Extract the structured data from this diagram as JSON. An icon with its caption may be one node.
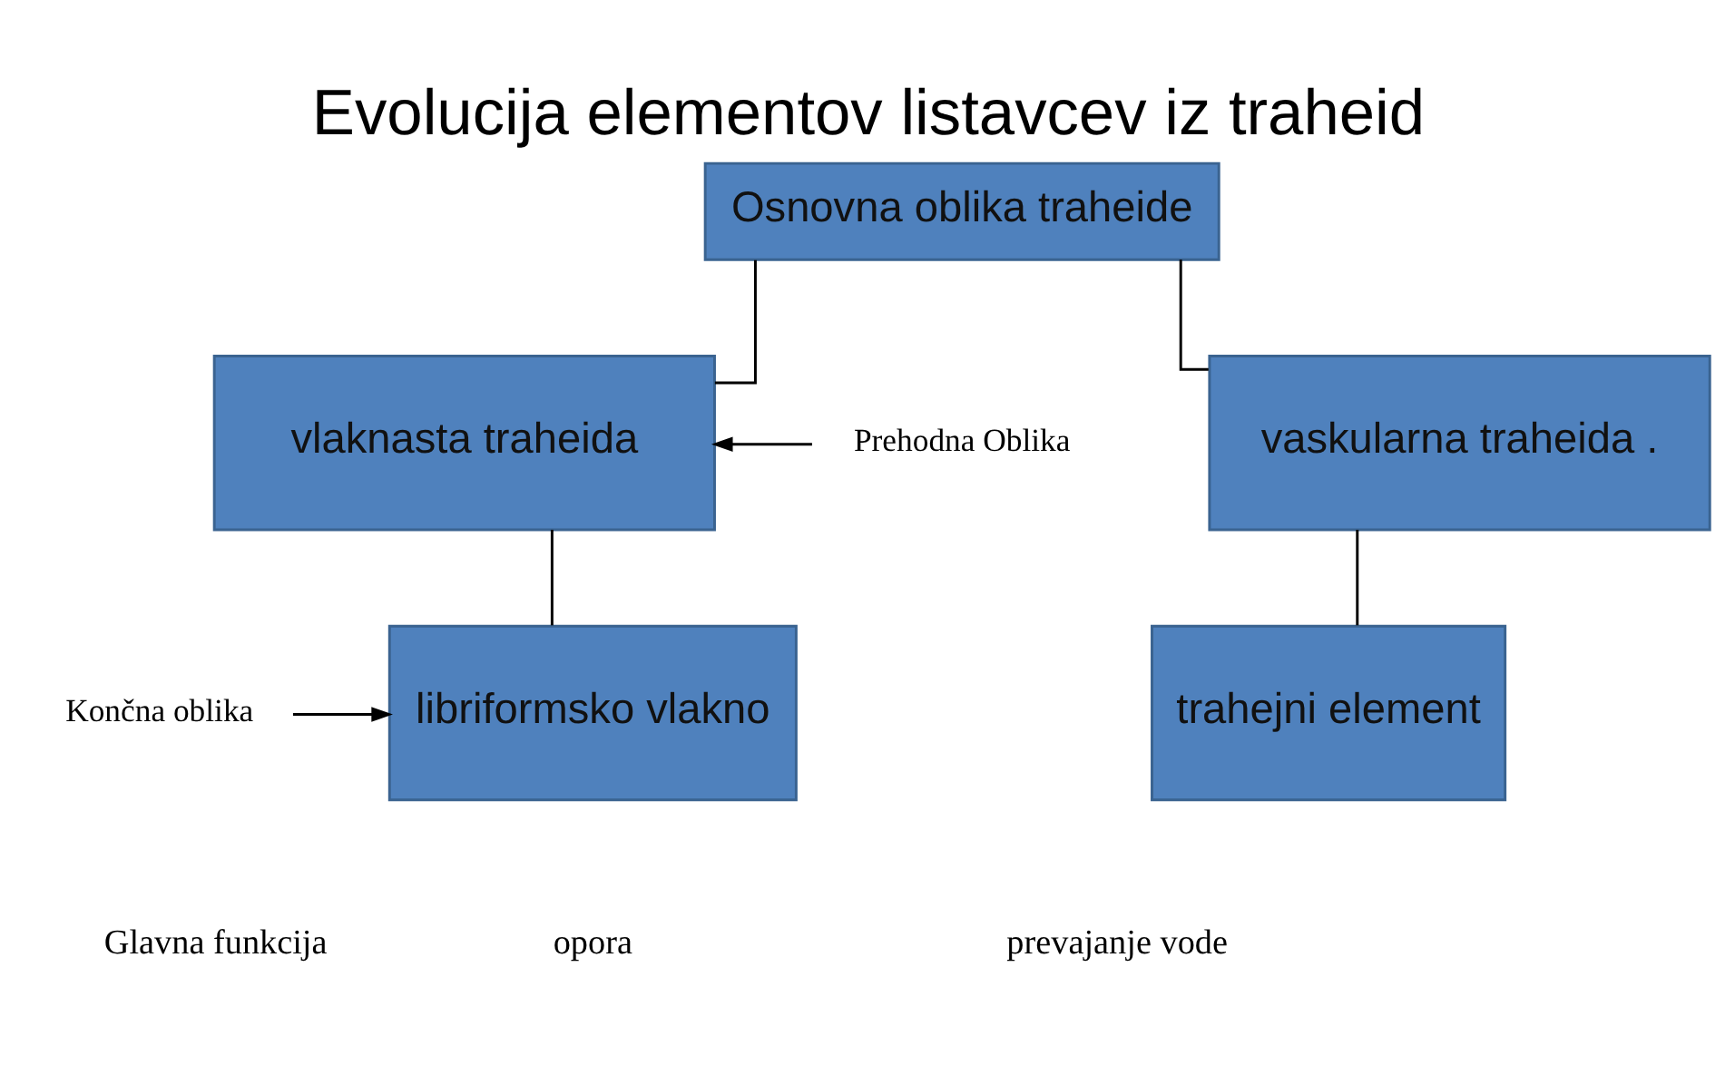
{
  "diagram": {
    "title": "Evolucija elementov listavcev iz traheid",
    "nodes": [
      {
        "text": [
          "Osnovna oblika traheide"
        ]
      },
      {
        "text": [
          "vlaknasta traheida"
        ]
      },
      {
        "text": [
          "vaskularna traheida ."
        ]
      },
      {
        "text": [
          "libriformsko vlakno"
        ]
      },
      {
        "text": [
          "trahejni element"
        ]
      },
      {
        "text": [
          "Prehodna Oblika"
        ]
      },
      {
        "text": [
          "Končna oblika"
        ]
      }
    ],
    "edges": [
      {
        "from": 0,
        "to": 1,
        "arrow": "none"
      },
      {
        "from": 0,
        "to": 2,
        "arrow": "none"
      },
      {
        "from": 1,
        "to": 3,
        "arrow": "none"
      },
      {
        "from": 2,
        "to": 4,
        "arrow": "none"
      },
      {
        "from": 5,
        "to": 1,
        "arrow": "to"
      },
      {
        "from": 6,
        "to": 3,
        "arrow": "to"
      }
    ],
    "labels": [
      "Glavna funkcija",
      "opora",
      "prevajanje vode"
    ]
  }
}
